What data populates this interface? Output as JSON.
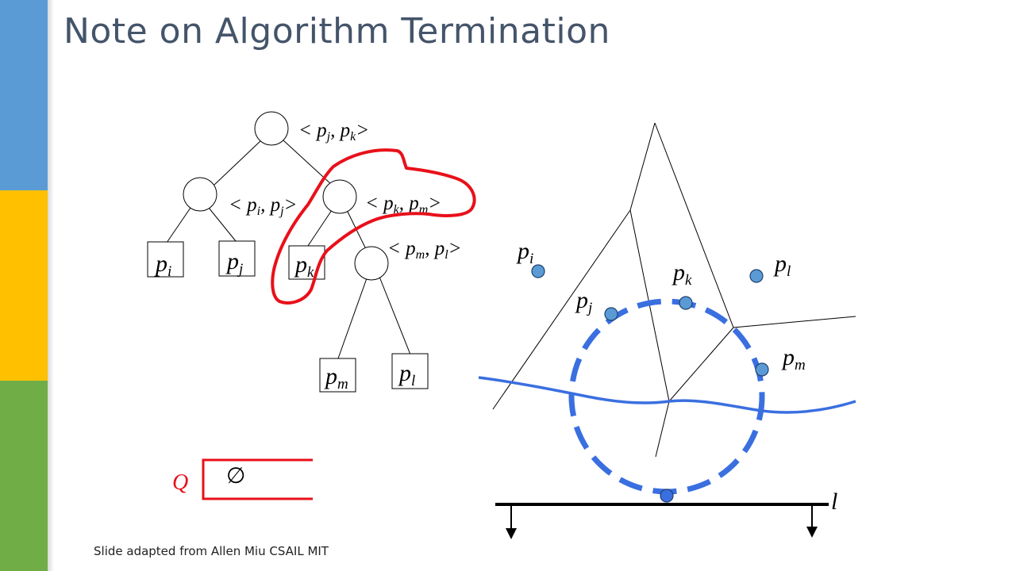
{
  "slide": {
    "title": "Note on Algorithm Termination",
    "footer": "Slide adapted from Allen Miu CSAIL MIT"
  },
  "colors": {
    "sidebar_blue": "#5b9bd5",
    "sidebar_yellow": "#ffc000",
    "sidebar_green": "#70ad47",
    "title_text": "#44546a",
    "highlight_red": "#e8101a",
    "beach_line_blue": "#3a6fe0",
    "site_point_fill": "#5b9bd5"
  },
  "tree": {
    "internal_nodes": [
      {
        "id": "root",
        "label": {
          "a": "j",
          "b": "k"
        }
      },
      {
        "id": "left",
        "label": {
          "a": "i",
          "b": "j"
        }
      },
      {
        "id": "right",
        "label": {
          "a": "k",
          "b": "m"
        }
      },
      {
        "id": "right-right",
        "label": {
          "a": "m",
          "b": "l"
        }
      }
    ],
    "leaves": [
      {
        "id": "leaf-pi",
        "sub": "i"
      },
      {
        "id": "leaf-pj",
        "sub": "j"
      },
      {
        "id": "leaf-pk",
        "sub": "k"
      },
      {
        "id": "leaf-pm",
        "sub": "m"
      },
      {
        "id": "leaf-pl",
        "sub": "l"
      }
    ],
    "circled_subtree": "right"
  },
  "queue": {
    "label": "Q",
    "contents": "∅"
  },
  "voronoi": {
    "sites": [
      {
        "id": "site-pi",
        "sub": "i"
      },
      {
        "id": "site-pj",
        "sub": "j"
      },
      {
        "id": "site-pk",
        "sub": "k"
      },
      {
        "id": "site-pl",
        "sub": "l"
      },
      {
        "id": "site-pm",
        "sub": "m"
      }
    ],
    "sweep_line_label": "l"
  },
  "glyphs": {
    "p": "p",
    "lt": "< ",
    "gt": ">",
    "comma": ", "
  }
}
